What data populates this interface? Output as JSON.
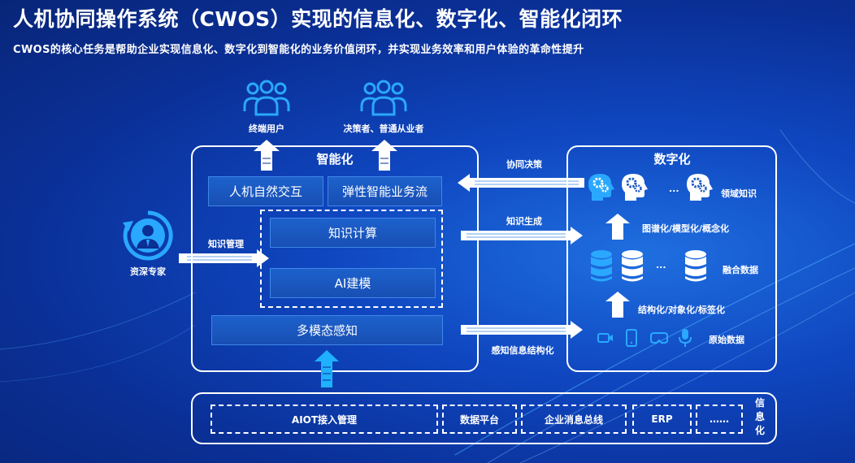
{
  "title": "人机协同操作系统（CWOS）实现的信息化、数字化、智能化闭环",
  "subtitle": "CWOS的核心任务是帮助企业实现信息化、数字化到智能化的业务价值闭环，并实现业务效率和用户体验的革命性提升",
  "users": {
    "end_user": "终端用户",
    "decision_makers": "决策者、普通从业者"
  },
  "expert": {
    "label": "资深专家",
    "arrow_label": "知识管理"
  },
  "intelligent": {
    "title": "智能化",
    "nl_interaction": "人机自然交互",
    "elastic_workflow": "弹性智能业务流",
    "knowledge_compute": "知识计算",
    "ai_modeling": "AI建模",
    "multimodal": "多模态感知"
  },
  "flows": {
    "collab": "协同决策",
    "knowledge_gen": "知识生成",
    "perception": "感知信息结构化"
  },
  "digital": {
    "title": "数字化",
    "domain_knowledge": "领域知识",
    "ellipsis1": "...",
    "step1": "图谱化/模型化/概念化",
    "fused_data": "融合数据",
    "ellipsis2": "...",
    "step2": "结构化/对象化/标签化",
    "raw_data": "原始数据"
  },
  "info": {
    "items": [
      "AIOT接入管理",
      "数据平台",
      "企业消息总线",
      "ERP",
      "……"
    ],
    "label": "信息化"
  },
  "colors": {
    "bg_dark": "#082578",
    "bg_light": "#1f6fe0",
    "icon_blue": "#2aa8ff",
    "arrow_cyan": "#1fb0ff"
  }
}
